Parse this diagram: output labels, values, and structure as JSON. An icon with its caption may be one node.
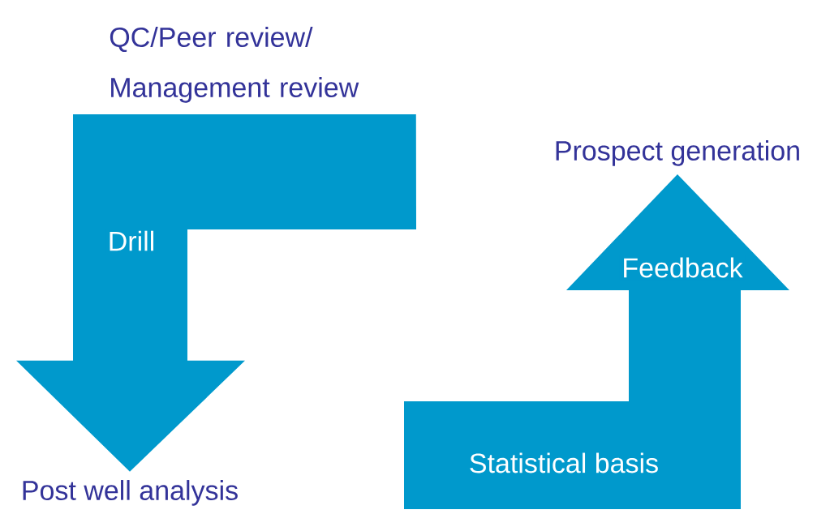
{
  "diagram": {
    "nodes": [
      {
        "text": [
          "QC/Peer review/ Management review"
        ]
      },
      {
        "text": [
          "Post well analysis"
        ]
      },
      {
        "text": [
          "Prospect generation"
        ]
      }
    ],
    "edges": [
      {
        "from": 0,
        "to": 1,
        "arrow": "to",
        "label": "Drill"
      },
      {
        "from": null,
        "to": 2,
        "arrow": "to",
        "label": "Feedback"
      }
    ],
    "labels": [
      "Statistical basis"
    ]
  }
}
